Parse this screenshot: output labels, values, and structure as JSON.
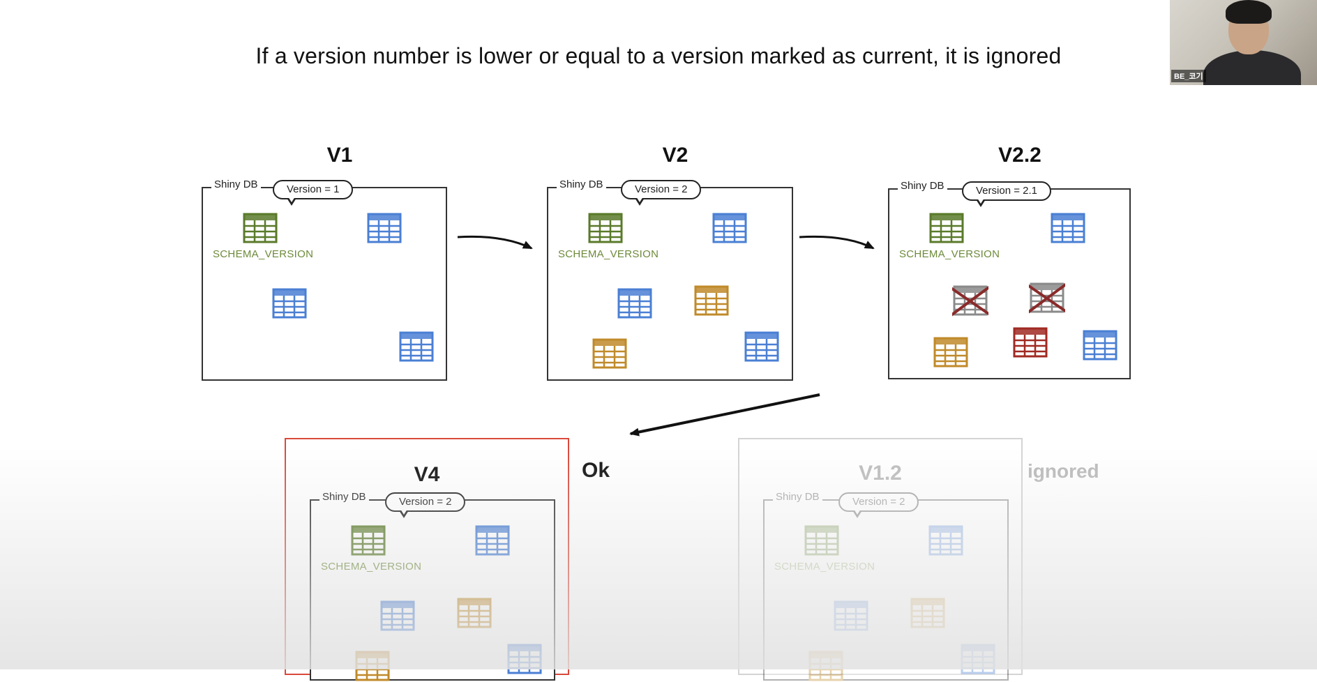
{
  "slide": {
    "title": "If a version number is lower or equal to a version marked as current, it is ignored"
  },
  "schema_table_label": "SCHEMA_VERSION",
  "colors": {
    "schema": "#5a7a2a",
    "blue": "#4a7fd4",
    "orange": "#c08a2a",
    "red": "#a02a22",
    "gray": "#8a8a8a",
    "cross": "#8a2a2a",
    "highlight": "#d9493b"
  },
  "diagrams": [
    {
      "title": "V1",
      "db_label": "Shiny DB",
      "bubble": "Version = 1"
    },
    {
      "title": "V2",
      "db_label": "Shiny DB",
      "bubble": "Version = 2"
    },
    {
      "title": "V2.2",
      "db_label": "Shiny DB",
      "bubble": "Version = 2.1"
    },
    {
      "title": "V4",
      "db_label": "Shiny DB",
      "bubble": "Version = 2",
      "status": "Ok"
    },
    {
      "title": "V1.2",
      "db_label": "Shiny DB",
      "bubble": "Version = 2",
      "status": "ignored"
    }
  ],
  "webcam": {
    "name": "BE_코기"
  }
}
